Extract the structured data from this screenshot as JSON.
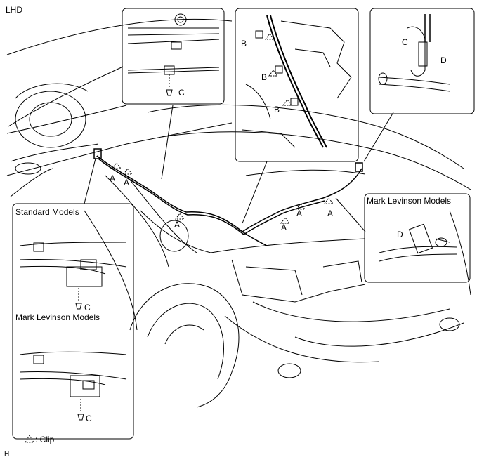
{
  "corner_label": "LHD",
  "footer_code": "H",
  "legend": {
    "symbol": "triangle-clip-icon",
    "text": ": Clip"
  },
  "insets": {
    "standard": {
      "title": "Standard Models"
    },
    "mark_levinson_left": {
      "title": "Mark Levinson Models"
    },
    "mark_levinson_right": {
      "title": "Mark Levinson Models"
    }
  },
  "callouts": {
    "a": "A",
    "b": "B",
    "c": "C",
    "d": "D"
  },
  "colors": {
    "line": "#000000",
    "background": "#ffffff"
  }
}
